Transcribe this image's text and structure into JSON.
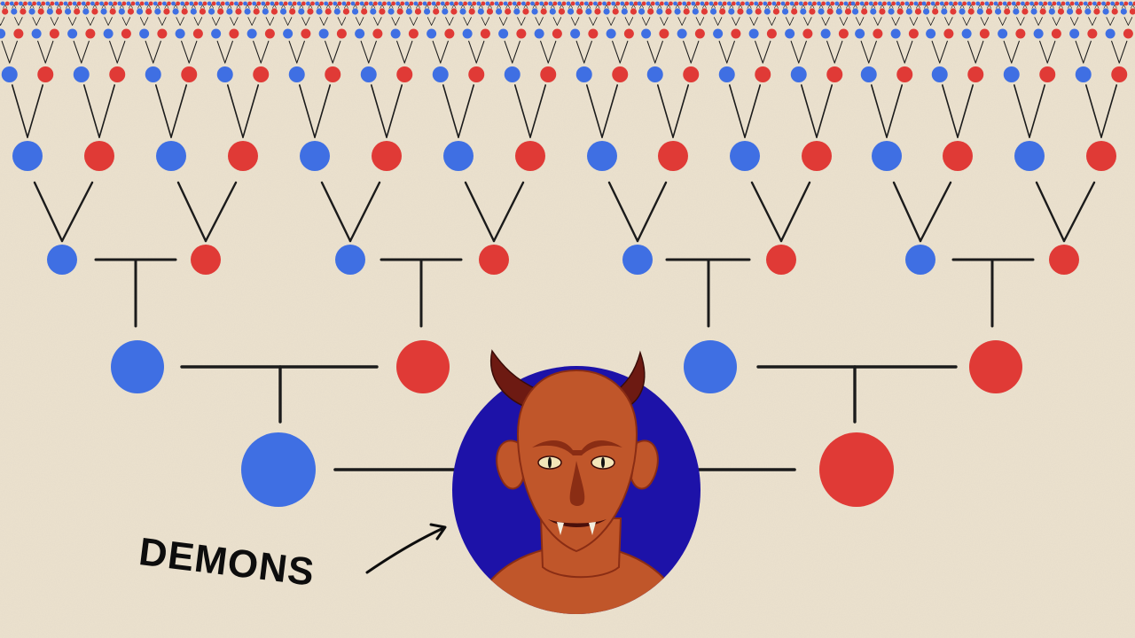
{
  "label": "DEMONS",
  "colors": {
    "background": "#ece2cf",
    "male": "#3f6fe3",
    "female": "#e03a36",
    "line": "#1b1b1b",
    "portrait_backdrop": "#1d12a8",
    "skin": "#c0562a",
    "skin_shadow": "#8a2d14",
    "horn": "#6d1a12"
  },
  "diagram": {
    "type": "pedigree-tree",
    "subject": "portrait",
    "generations": 9
  }
}
